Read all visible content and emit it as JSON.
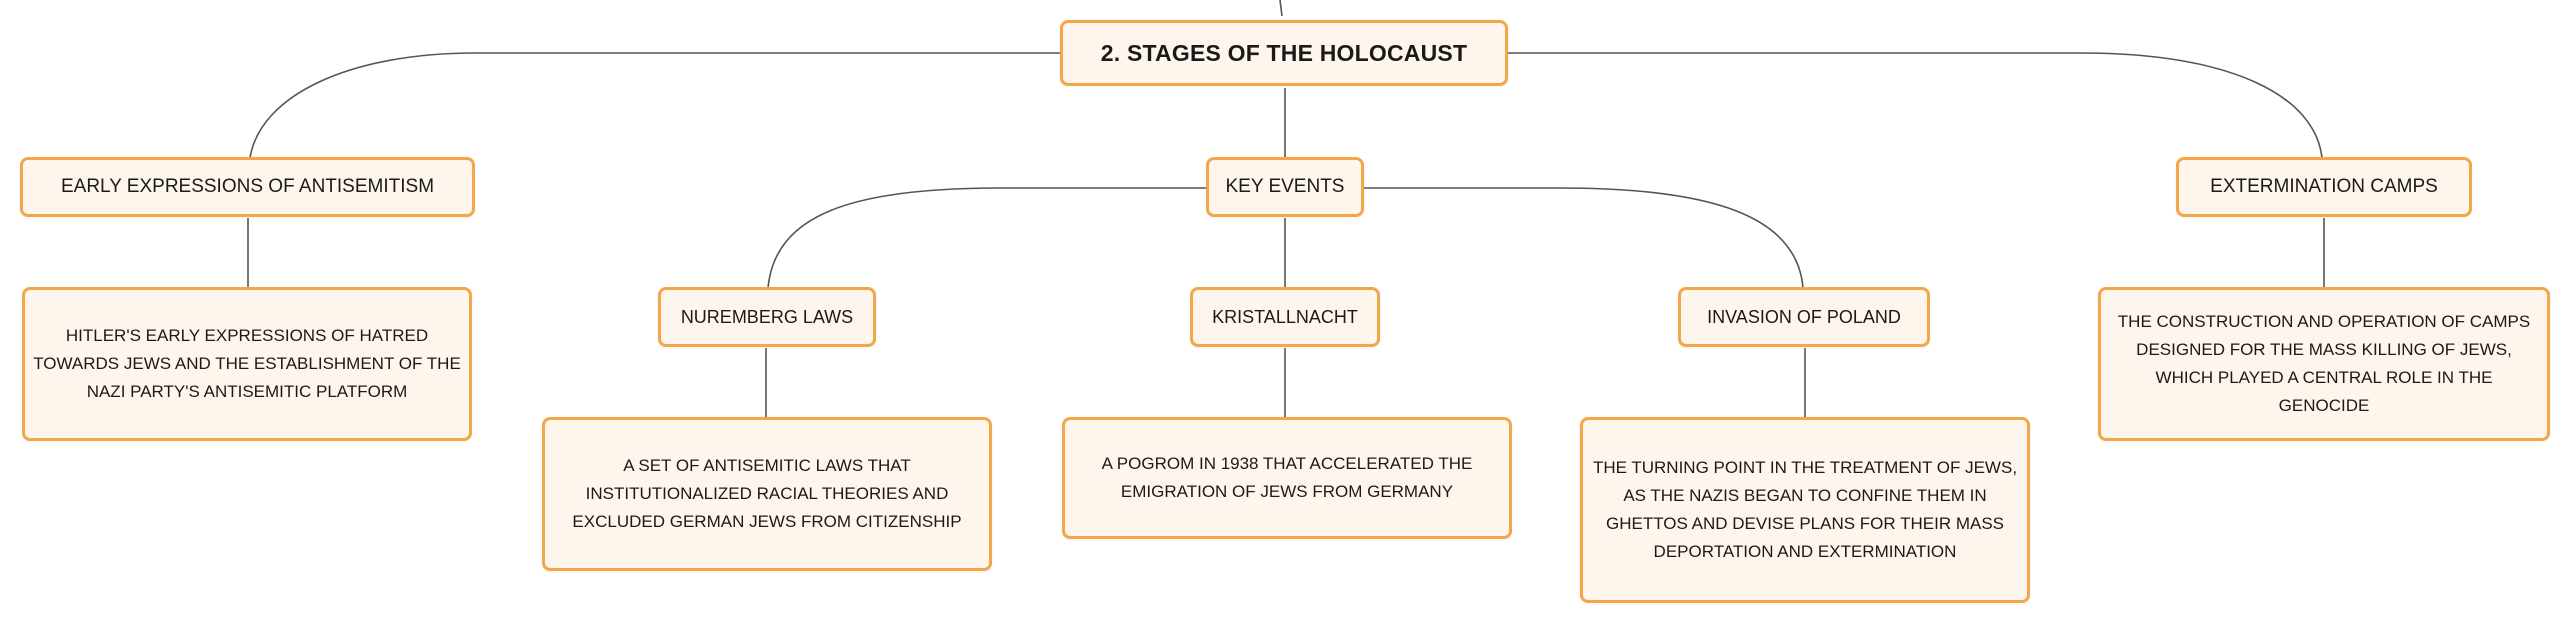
{
  "diagram": {
    "root": {
      "label": "2. STAGES OF THE HOLOCAUST"
    },
    "branches": [
      {
        "label": "EARLY EXPRESSIONS OF ANTISEMITISM",
        "description": "HITLER'S EARLY EXPRESSIONS OF HATRED TOWARDS JEWS AND THE ESTABLISHMENT OF THE NAZI PARTY'S ANTISEMITIC PLATFORM"
      },
      {
        "label": "KEY EVENTS",
        "children": [
          {
            "label": "NUREMBERG LAWS",
            "description": "A SET OF ANTISEMITIC LAWS THAT INSTITUTIONALIZED RACIAL THEORIES AND EXCLUDED GERMAN JEWS FROM CITIZENSHIP"
          },
          {
            "label": "KRISTALLNACHT",
            "description": "A POGROM IN 1938 THAT ACCELERATED THE EMIGRATION OF JEWS FROM GERMANY"
          },
          {
            "label": "INVASION OF POLAND",
            "description": "THE TURNING POINT IN THE TREATMENT OF JEWS, AS THE NAZIS BEGAN TO CONFINE THEM IN GHETTOS AND DEVISE PLANS FOR THEIR MASS DEPORTATION AND EXTERMINATION"
          }
        ]
      },
      {
        "label": "EXTERMINATION CAMPS",
        "description": "THE CONSTRUCTION AND OPERATION OF CAMPS DESIGNED FOR THE MASS KILLING OF JEWS, WHICH PLAYED A CENTRAL ROLE IN THE GENOCIDE"
      }
    ]
  },
  "colors": {
    "node_fill": "#fef5ec",
    "node_border": "#f3a64a",
    "connector": "#555555",
    "text": "#1a1a1a"
  }
}
